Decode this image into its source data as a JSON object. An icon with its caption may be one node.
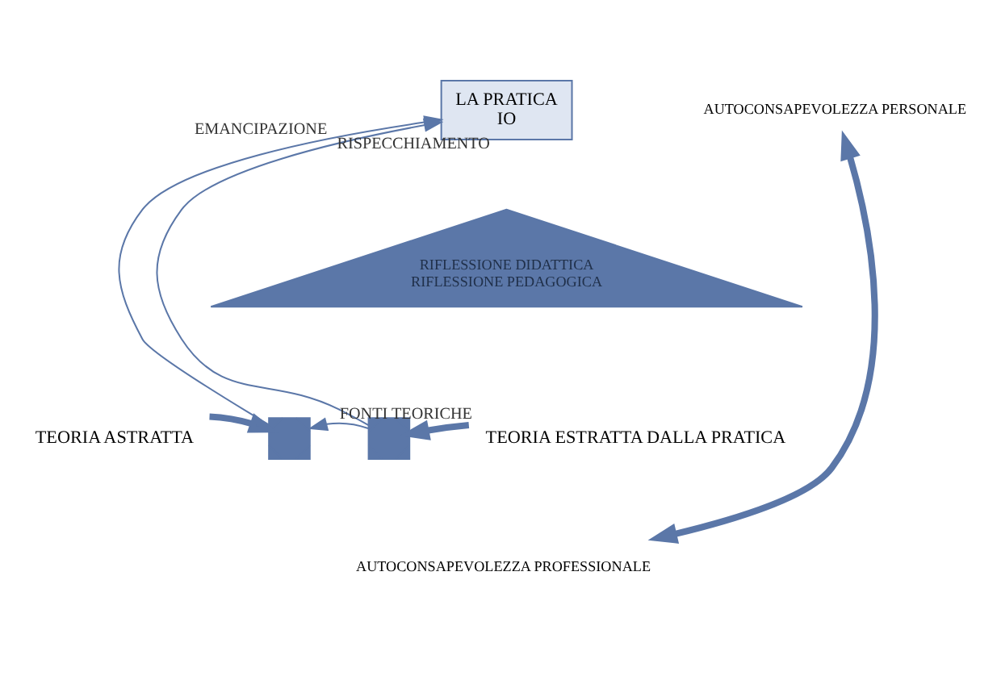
{
  "diagram": {
    "nodes": [
      {
        "text": [
          "AUTOCONSAPEVOLEZZA PERSONALE"
        ]
      },
      {
        "text": [
          "LA PRATICA",
          "IO"
        ]
      },
      {
        "text": [
          "RIFLESSIONE DIDATTICA",
          "RIFLESSIONE PEDAGOGICA"
        ]
      },
      {
        "text": [
          "TEORIA ASTRATTA"
        ]
      },
      {
        "text": [],
        "shape": "cross"
      },
      {
        "text": [],
        "shape": "cross"
      },
      {
        "text": [
          "TEORIA ESTRATTA DALLA PRATICA"
        ]
      },
      {
        "text": [
          "AUTOCONSAPEVOLEZZA PROFESSIONALE"
        ]
      }
    ],
    "edges": [
      {
        "from": 0,
        "to": 7,
        "arrow": "both",
        "style": "thick"
      },
      {
        "from": 4,
        "to": 1,
        "arrow": "to",
        "label": "EMANCIPAZIONE"
      },
      {
        "from": 5,
        "to": 1,
        "arrow": "to",
        "label": "RISPECCHIAMENTO"
      },
      {
        "from": 3,
        "to": 4,
        "arrow": "to",
        "style": "thick"
      },
      {
        "from": 6,
        "to": 5,
        "arrow": "to",
        "style": "thick"
      },
      {
        "from": 5,
        "to": 4,
        "arrow": "to",
        "label": "FONTI TEORICHE"
      }
    ]
  }
}
